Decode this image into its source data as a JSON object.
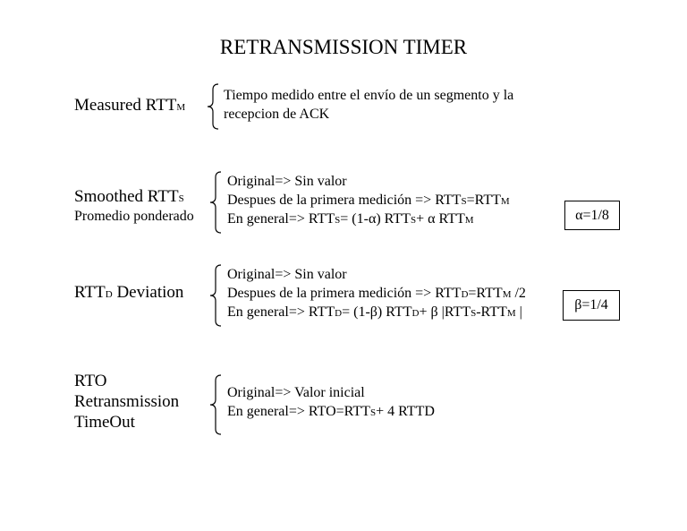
{
  "title": "RETRANSMISSION TIMER",
  "measured": {
    "label": "Measured RTT",
    "label_sub": "M",
    "lines": [
      "Tiempo medido entre el envío de un segmento y la",
      "recepcion de ACK"
    ]
  },
  "smoothed": {
    "label": "Smoothed RTT",
    "label_sub": "S",
    "caption": "Promedio ponderado",
    "line1": "Original=> Sin valor",
    "line2": {
      "a": "Despues de la primera medición => RTT",
      "s1": "S",
      "b": "=RTT",
      "s2": "M"
    },
    "line3": {
      "a": "En general=>  RTT",
      "s1": "S",
      "b": "= (1-α) RTT",
      "s2": "S",
      "c": "+ α RTT",
      "s3": "M"
    },
    "constant": "α=1/8"
  },
  "deviation": {
    "label_a": "RTT",
    "label_sub": "D",
    "label_b": " Deviation",
    "line1": "Original=> Sin valor",
    "line2": {
      "a": "Despues de la primera medición => RTT",
      "s1": "D",
      "b": "=RTT",
      "s2": "M",
      "c": " /2"
    },
    "line3": {
      "a": "En general=>  RTT",
      "s1": "D",
      "b": "= (1-β) RTT",
      "s2": "D",
      "c": "+ β |RTT",
      "s3": "S",
      "d": "-RTT",
      "s4": "M",
      "e": " |"
    },
    "constant": "β=1/4"
  },
  "rto": {
    "label_lines": [
      "RTO",
      "Retransmission",
      "TimeOut"
    ],
    "line1": "Original=> Valor inicial",
    "line2": {
      "a": "En general=>  RTO=RTT",
      "s1": "S",
      "b": "+ 4 RTTD"
    }
  }
}
